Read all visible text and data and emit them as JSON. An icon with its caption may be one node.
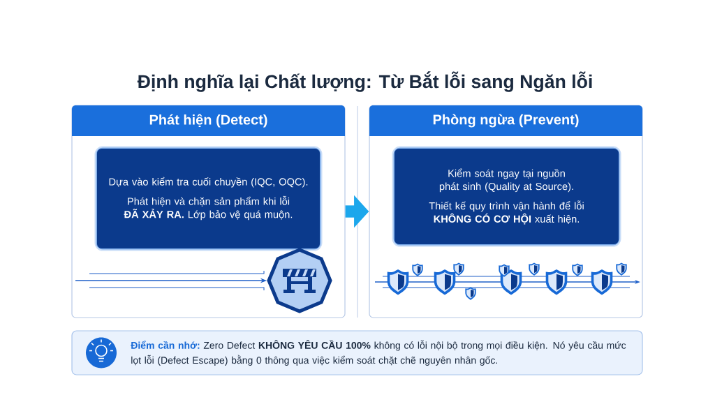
{
  "diagram": {
    "title": "Định nghĩa lại Chất lượng: Từ Bắt lỗi sang Ngăn lỗi",
    "nodes": [
      {
        "text": [
          "Phát hiện (Detect)"
        ]
      },
      {
        "text": [
          "Dựa vào kiểm tra cuối chuyền (IQC, OQC).",
          "Phát hiện và chặn sản phẩm khi lỗi **ĐÃ XẢY RA.** Lớp bảo vệ quá muộn."
        ],
        "in": 0
      },
      {
        "text": [],
        "shape": "picture",
        "in": 0
      },
      {
        "text": [
          "Phòng ngừa (Prevent)"
        ]
      },
      {
        "text": [
          "Kiểm soát ngay tại nguồn phát sinh (Quality at Source).",
          "Thiết kế quy trình vận hành để lỗi **KHÔNG CÓ CƠ HỘI** xuất hiện."
        ],
        "in": 3
      },
      {
        "text": [
          "Điểm cần nhớ:",
          "Zero Defect **KHÔNG YÊU CẦU 100%** không có lỗi nội bộ trong mọi điều kiện. Nó yêu cầu mức lọt lỗi (Defect Escape) bằng 0 thông qua việc kiểm soát chặt chẽ nguyên nhân gốc."
        ]
      }
    ],
    "edges": [
      {
        "from": 0,
        "to": 3,
        "arrow": "to",
        "style": "thick",
        "color": "#1ca7ec"
      },
      {
        "from": null,
        "to": 2,
        "arrow": "to"
      }
    ]
  }
}
